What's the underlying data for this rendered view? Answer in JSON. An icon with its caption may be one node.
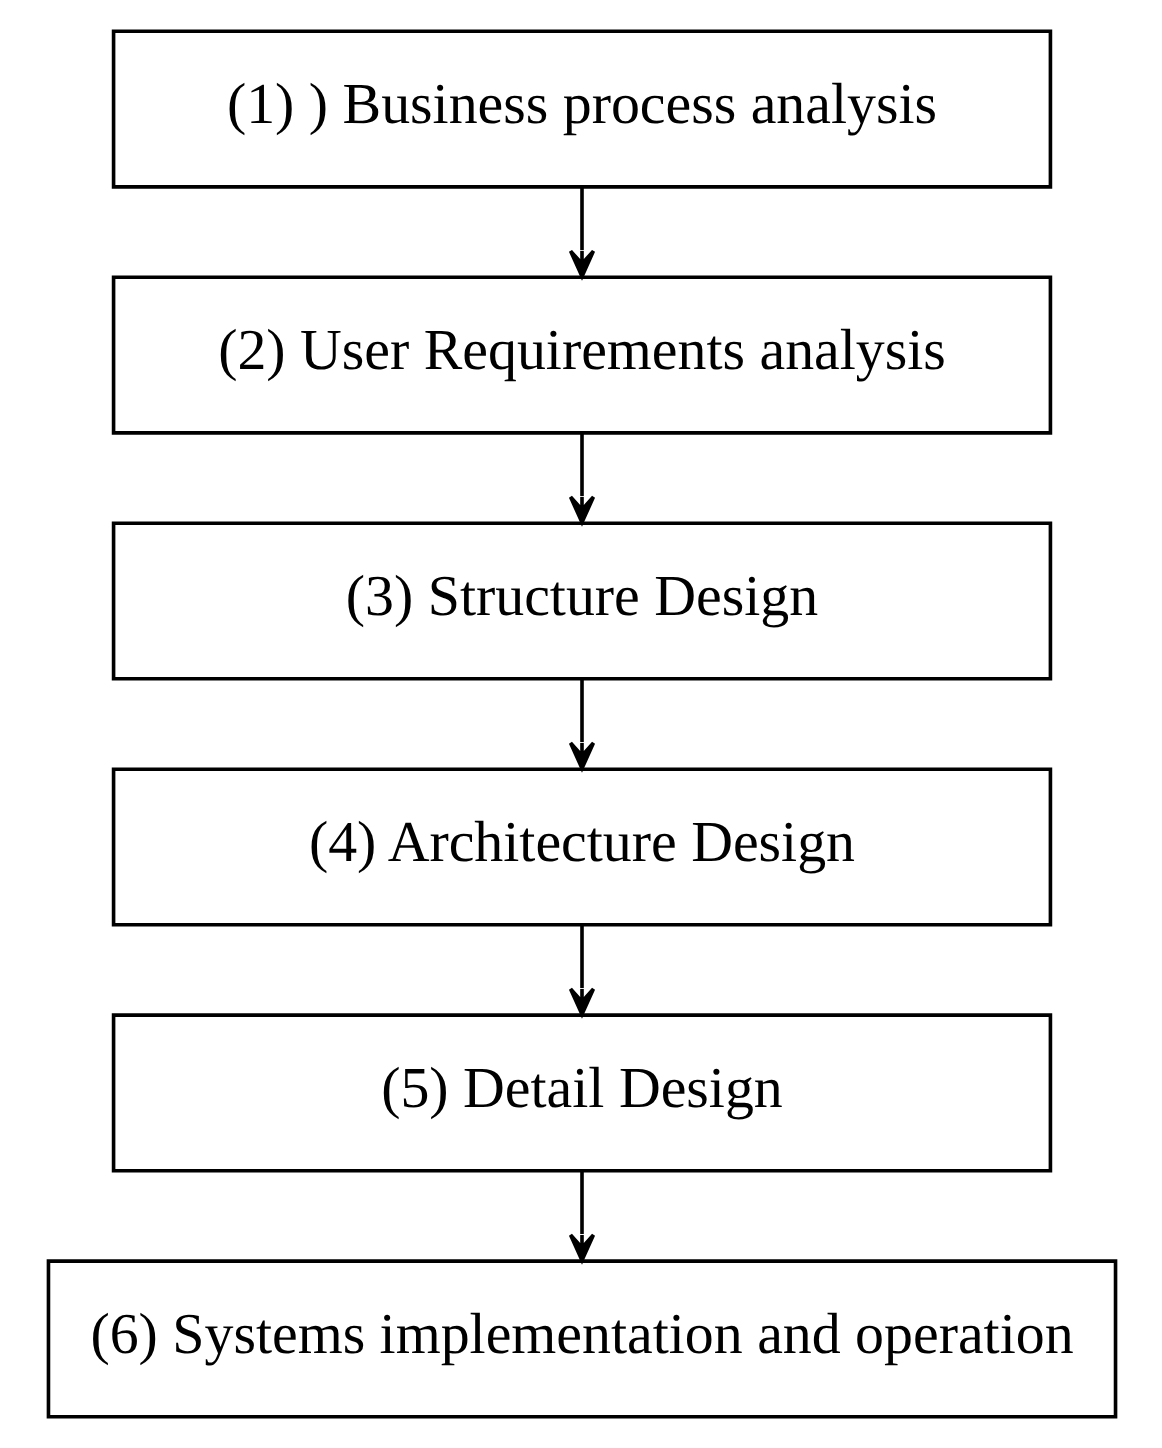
{
  "diagram": {
    "nodes": [
      {
        "text": [
          "(1) ) Business process analysis"
        ]
      },
      {
        "text": [
          "(2) User Requirements analysis"
        ]
      },
      {
        "text": [
          "(3) Structure Design"
        ]
      },
      {
        "text": [
          "(4) Architecture Design"
        ]
      },
      {
        "text": [
          "(5) Detail Design"
        ]
      },
      {
        "text": [
          "(6) Systems implementation and operation"
        ]
      }
    ],
    "edges": [
      {
        "from": 0,
        "to": 1,
        "arrow": "to"
      },
      {
        "from": 1,
        "to": 2,
        "arrow": "to"
      },
      {
        "from": 2,
        "to": 3,
        "arrow": "to"
      },
      {
        "from": 3,
        "to": 4,
        "arrow": "to"
      },
      {
        "from": 4,
        "to": 5,
        "arrow": "to"
      }
    ]
  }
}
